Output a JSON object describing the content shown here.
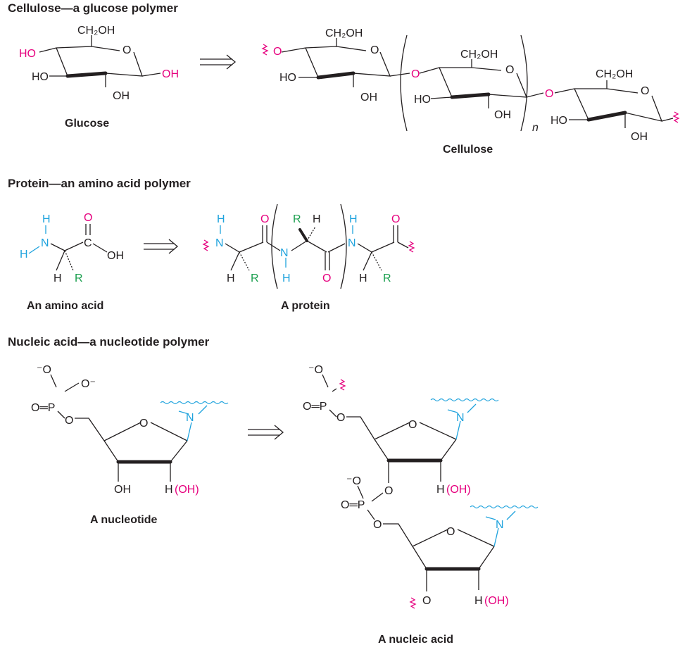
{
  "sections": {
    "cellulose": {
      "heading": "Cellulose—a glucose polymer",
      "monomer_caption": "Glucose",
      "polymer_caption": "Cellulose",
      "labels": {
        "ch2oh": "CH₂OH",
        "o": "O",
        "ho": "HO",
        "oh": "OH",
        "repeat": "n"
      }
    },
    "protein": {
      "heading": "Protein—an amino acid polymer",
      "monomer_caption": "An amino acid",
      "polymer_caption": "A protein",
      "labels": {
        "h": "H",
        "n": "N",
        "c": "C",
        "o": "O",
        "oh": "OH",
        "r": "R"
      }
    },
    "nucleic_acid": {
      "heading": "Nucleic acid—a nucleotide polymer",
      "monomer_caption": "A nucleotide",
      "polymer_caption": "A nucleic acid",
      "labels": {
        "o_minus": "⁻O",
        "o_minus_right": "O⁻",
        "o_eq_p": "O═P",
        "o": "O",
        "n": "N",
        "oh": "OH",
        "h_oh_h": "H",
        "h_oh_paren": "(OH)"
      }
    }
  },
  "colors": {
    "ink": "#231f20",
    "oxygen_substituent": "#e6007e",
    "nitrogen_hydrogen": "#1fa3dd",
    "side_chain": "#1a9f4e"
  },
  "icons": [
    "retrosynthesis-arrow-icon",
    "bond-break-squiggle-icon",
    "wavy-base-attachment-icon"
  ]
}
